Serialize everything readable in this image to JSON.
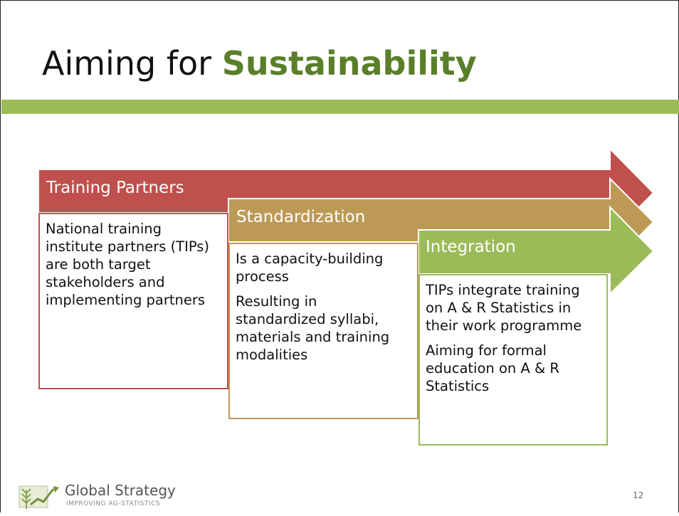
{
  "slide": {
    "title_prefix": "Aiming for ",
    "title_accent": "Sustainability",
    "page_number": "12"
  },
  "steps": [
    {
      "label": "Training Partners",
      "color": "#c0504d",
      "paragraphs": [
        "National training institute partners (TIPs) are both target stakeholders and implementing partners"
      ]
    },
    {
      "label": "Standardization",
      "color": "#bc9a55",
      "paragraphs": [
        "Is a capacity-building process",
        "Resulting in standardized syllabi, materials and training modalities"
      ]
    },
    {
      "label": "Integration",
      "color": "#9bbb59",
      "paragraphs": [
        "TIPs integrate training on A & R Statistics in their work programme",
        "Aiming for formal education on A & R Statistics"
      ]
    }
  ],
  "footer": {
    "brand": "Global Strategy",
    "tagline": "IMPROVING AG-STATISTICS",
    "icon": "wheat-chart-logo-icon"
  },
  "colors": {
    "band": "#9bbb59",
    "accent_text": "#5a7f2a"
  }
}
